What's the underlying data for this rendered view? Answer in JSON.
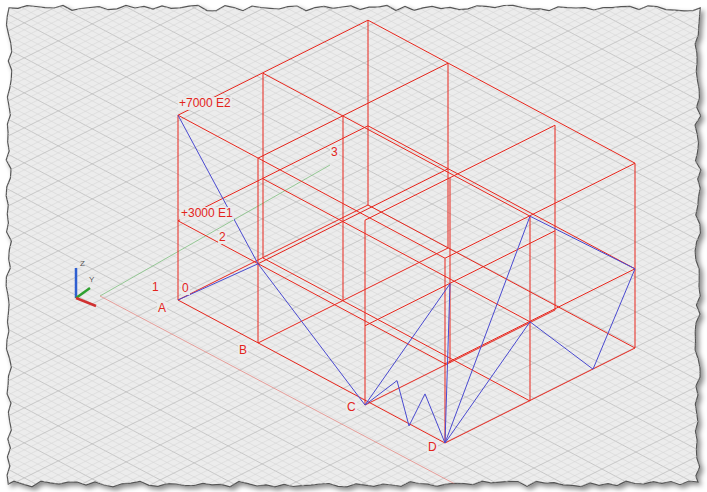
{
  "diagram": {
    "labels": [
      "+7000 E2",
      "3",
      "+3000 E1",
      "2",
      "1",
      "0",
      "A",
      "B",
      "C",
      "D",
      "Z",
      "Y"
    ]
  }
}
